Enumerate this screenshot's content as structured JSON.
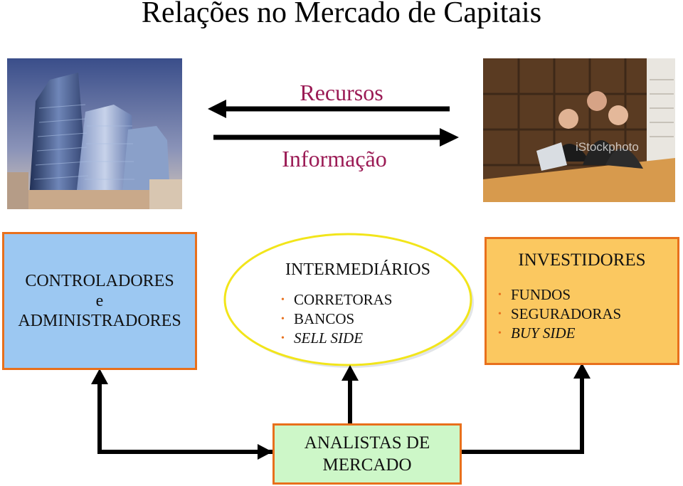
{
  "title": "Relações no Mercado de Capitais",
  "arrows": {
    "recursos": "Recursos",
    "informacao": "Informação"
  },
  "controladores": {
    "line1": "CONTROLADORES",
    "line2": "e",
    "line3": "ADMINISTRADORES"
  },
  "intermediarios": {
    "title": "INTERMEDIÁRIOS",
    "items": [
      "CORRETORAS",
      "BANCOS",
      "SELL SIDE"
    ]
  },
  "investidores": {
    "title": "INVESTIDORES",
    "items": [
      "FUNDOS",
      "SEGURADORAS",
      "BUY SIDE"
    ]
  },
  "analistas": {
    "line1": "ANALISTAS DE",
    "line2": "MERCADO"
  },
  "watermark": "iStockphoto",
  "colors": {
    "title": "#000000",
    "arrow_label": "#9b1b55",
    "box_border": "#e8701c",
    "controladores_fill": "#9cc8f2",
    "investidores_fill": "#fbc860",
    "analistas_fill": "#cdf7c8",
    "ellipse_border": "#f2e51a",
    "bullet": "#e8701c"
  }
}
